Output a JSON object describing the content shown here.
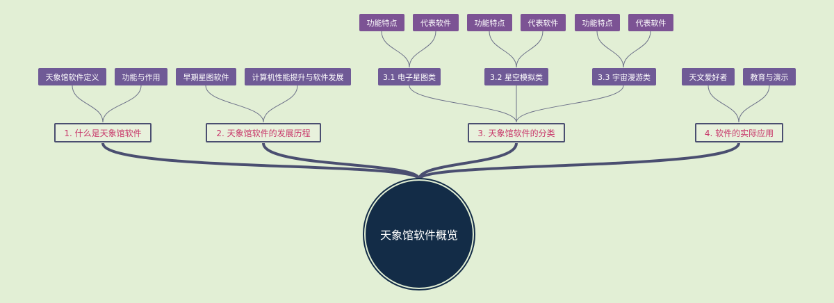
{
  "root": {
    "label": "天象馆软件概览"
  },
  "branches": [
    {
      "label": "1. 什么是天象馆软件",
      "children": [
        {
          "label": "天象馆软件定义"
        },
        {
          "label": "功能与作用"
        }
      ]
    },
    {
      "label": "2. 天象馆软件的发展历程",
      "children": [
        {
          "label": "早期星图软件"
        },
        {
          "label": "计算机性能提升与软件发展"
        }
      ]
    },
    {
      "label": "3. 天象馆软件的分类",
      "children": [
        {
          "label": "3.1 电子星图类",
          "children": [
            {
              "label": "功能特点"
            },
            {
              "label": "代表软件"
            }
          ]
        },
        {
          "label": "3.2 星空模拟类",
          "children": [
            {
              "label": "功能特点"
            },
            {
              "label": "代表软件"
            }
          ]
        },
        {
          "label": "3.3 宇宙漫游类",
          "children": [
            {
              "label": "功能特点"
            },
            {
              "label": "代表软件"
            }
          ]
        }
      ]
    },
    {
      "label": "4. 软件的实际应用",
      "children": [
        {
          "label": "天文爱好者"
        },
        {
          "label": "教育与演示"
        }
      ]
    }
  ],
  "colors": {
    "background": "#e2efd5",
    "root_fill": "#132c47",
    "branch_border": "#4a4e70",
    "branch_text": "#c8376a",
    "leaf_fill": "#6f5a96",
    "leaf_top_fill": "#7c5394",
    "connector": "#4a4e70"
  }
}
